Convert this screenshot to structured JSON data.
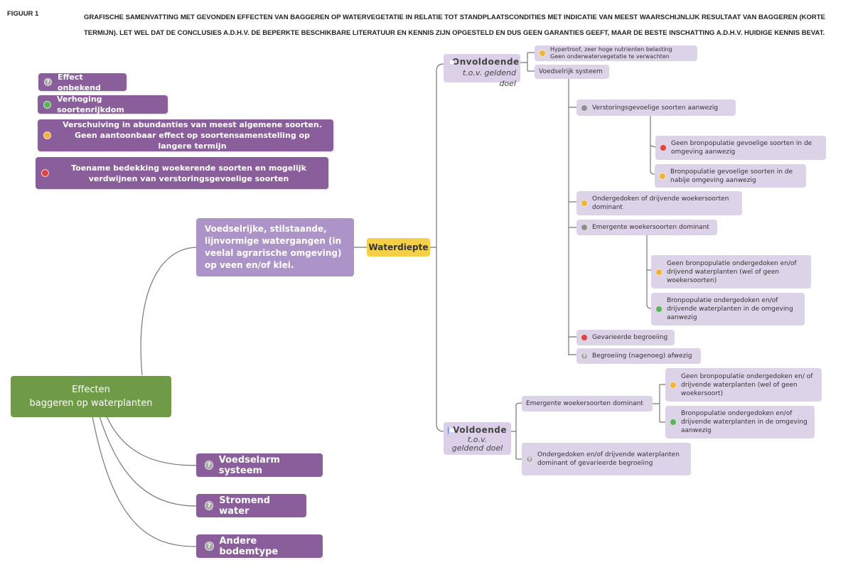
{
  "caption": {
    "label": "FIGUUR 1",
    "text": "GRAFISCHE SAMENVATTING MET GEVONDEN EFFECTEN VAN BAGGEREN OP WATERVEGETATIE IN RELATIE TOT STANDPLAATSCONDITIES MET INDICATIE VAN MEEST WAARSCHIJNLIJK RESULTAAT VAN BAGGEREN (KORTE TERMIJN). LET WEL DAT DE CONCLUSIES A.D.H.V. DE BEPERKTE BESCHIKBARE LITERATUUR EN KENNIS ZIJN OPGESTELD EN DUS GEEN GARANTIES GEEFT, MAAR DE BESTE INSCHATTING A.D.H.V. HUIDIGE KENNIS BEVAT."
  },
  "colors": {
    "unknown": "#a7a7a7",
    "positive": "#5ab45a",
    "neutral": "#f0b43b",
    "negative": "#dd4646",
    "grey": "#8f8f8f",
    "root": "#6f9b46",
    "legend": "#8a5e9b",
    "topic": "#ad94c8",
    "node": "#ddd3e9",
    "highlight": "#f4d049",
    "link": "#777777"
  },
  "legend": [
    {
      "icon": "question-icon",
      "label": "Effect onbekend"
    },
    {
      "icon": "green-dot-icon",
      "label": "Verhoging soortenrijkdom"
    },
    {
      "icon": "orange-dot-icon",
      "label": "Verschuiving in abundanties van meest algemene soorten. Geen aantoonbaar effect op soortensamenstelling op langere termijn"
    },
    {
      "icon": "red-dot-icon",
      "label": "Toename bedekking woekerende soorten en mogelijk verdwijnen van verstoringsgevoelige soorten"
    }
  ],
  "root": {
    "line1": "Effecten",
    "line2": "baggeren op waterplanten"
  },
  "topic": {
    "label": "Voedselrijke, stilstaande, lijnvormige watergangen (in veelal agrarische omgeving) op veen en/of klei."
  },
  "side_topics": [
    {
      "icon": "question-icon",
      "label": "Voedselarm systeem"
    },
    {
      "icon": "question-icon",
      "label": "Stromend water"
    },
    {
      "icon": "question-icon",
      "label": "Andere bodemtype"
    }
  ],
  "waterdiepte": {
    "label": "Waterdiepte"
  },
  "onvoldoende": {
    "icon": "thumbs-down-icon",
    "title": "Onvoldoende",
    "sub": "t.o.v. geldend doel"
  },
  "voldoende": {
    "icon": "thumbs-up-icon",
    "title": "Voldoende",
    "sub1": "t.o.v.",
    "sub2": "geldend doel"
  },
  "nodes": {
    "hypertroof": {
      "icon": "orange-dot-icon",
      "line1": "Hypertroof, zeer hoge nutrienten belasting",
      "line2": "Geen onderwatervegetatie te verwachten"
    },
    "voedselrijk": {
      "label": "Voedselrijk systeem"
    },
    "verstoring": {
      "icon": "grey-dot-icon",
      "label": "Verstoringsgevoelige soorten aanwezig"
    },
    "geen_bron_gevoelig": {
      "icon": "red-dot-icon",
      "label": "Geen bronpopulatie gevoelige soorten in de omgeving aanwezig"
    },
    "bron_gevoelig": {
      "icon": "orange-dot-icon",
      "label": "Bronpopulatie gevoelige soorten in de nabije omgeving aanwezig"
    },
    "ondergedoken_dominant": {
      "icon": "orange-dot-icon",
      "label": "Ondergedoken of drijvende woekersoorten dominant"
    },
    "emergent_dominant": {
      "icon": "grey-dot-icon",
      "label": "Emergente woekersoorten dominant"
    },
    "geen_bron_onder": {
      "icon": "orange-dot-icon",
      "label": "Geen bronpopulatie ondergedoken en/of drijvend waterplanten (wel of geen woekersoorten)"
    },
    "bron_onder": {
      "icon": "green-dot-icon",
      "label": "Bronpopulatie ondergedoken en/of drijvende waterplanten in de omgeving aanwezig"
    },
    "gevarieerd": {
      "icon": "red-dot-icon",
      "label": "Gevarieerde begroeiing"
    },
    "afwezig": {
      "icon": "question-icon",
      "label": "Begroeiing (nagenoeg) afwezig"
    },
    "v_emergent": {
      "label": "Emergente woekersoorten dominant"
    },
    "v_geen_bron": {
      "icon": "orange-dot-icon",
      "label": "Geen bronpopulatie ondergedoken en/ of drijvende waterplanten (wel of geen woekersoort)"
    },
    "v_bron": {
      "icon": "green-dot-icon",
      "label": "Bronpopulatie ondergedoken en/of drijvende waterplanten in de omgeving aanwezig"
    },
    "v_ondergedoken": {
      "icon": "question-icon",
      "label": "Ondergedoken en/of drijvende waterplanten dominant of gevarieerde begroeiing"
    }
  },
  "q_glyph": "?"
}
